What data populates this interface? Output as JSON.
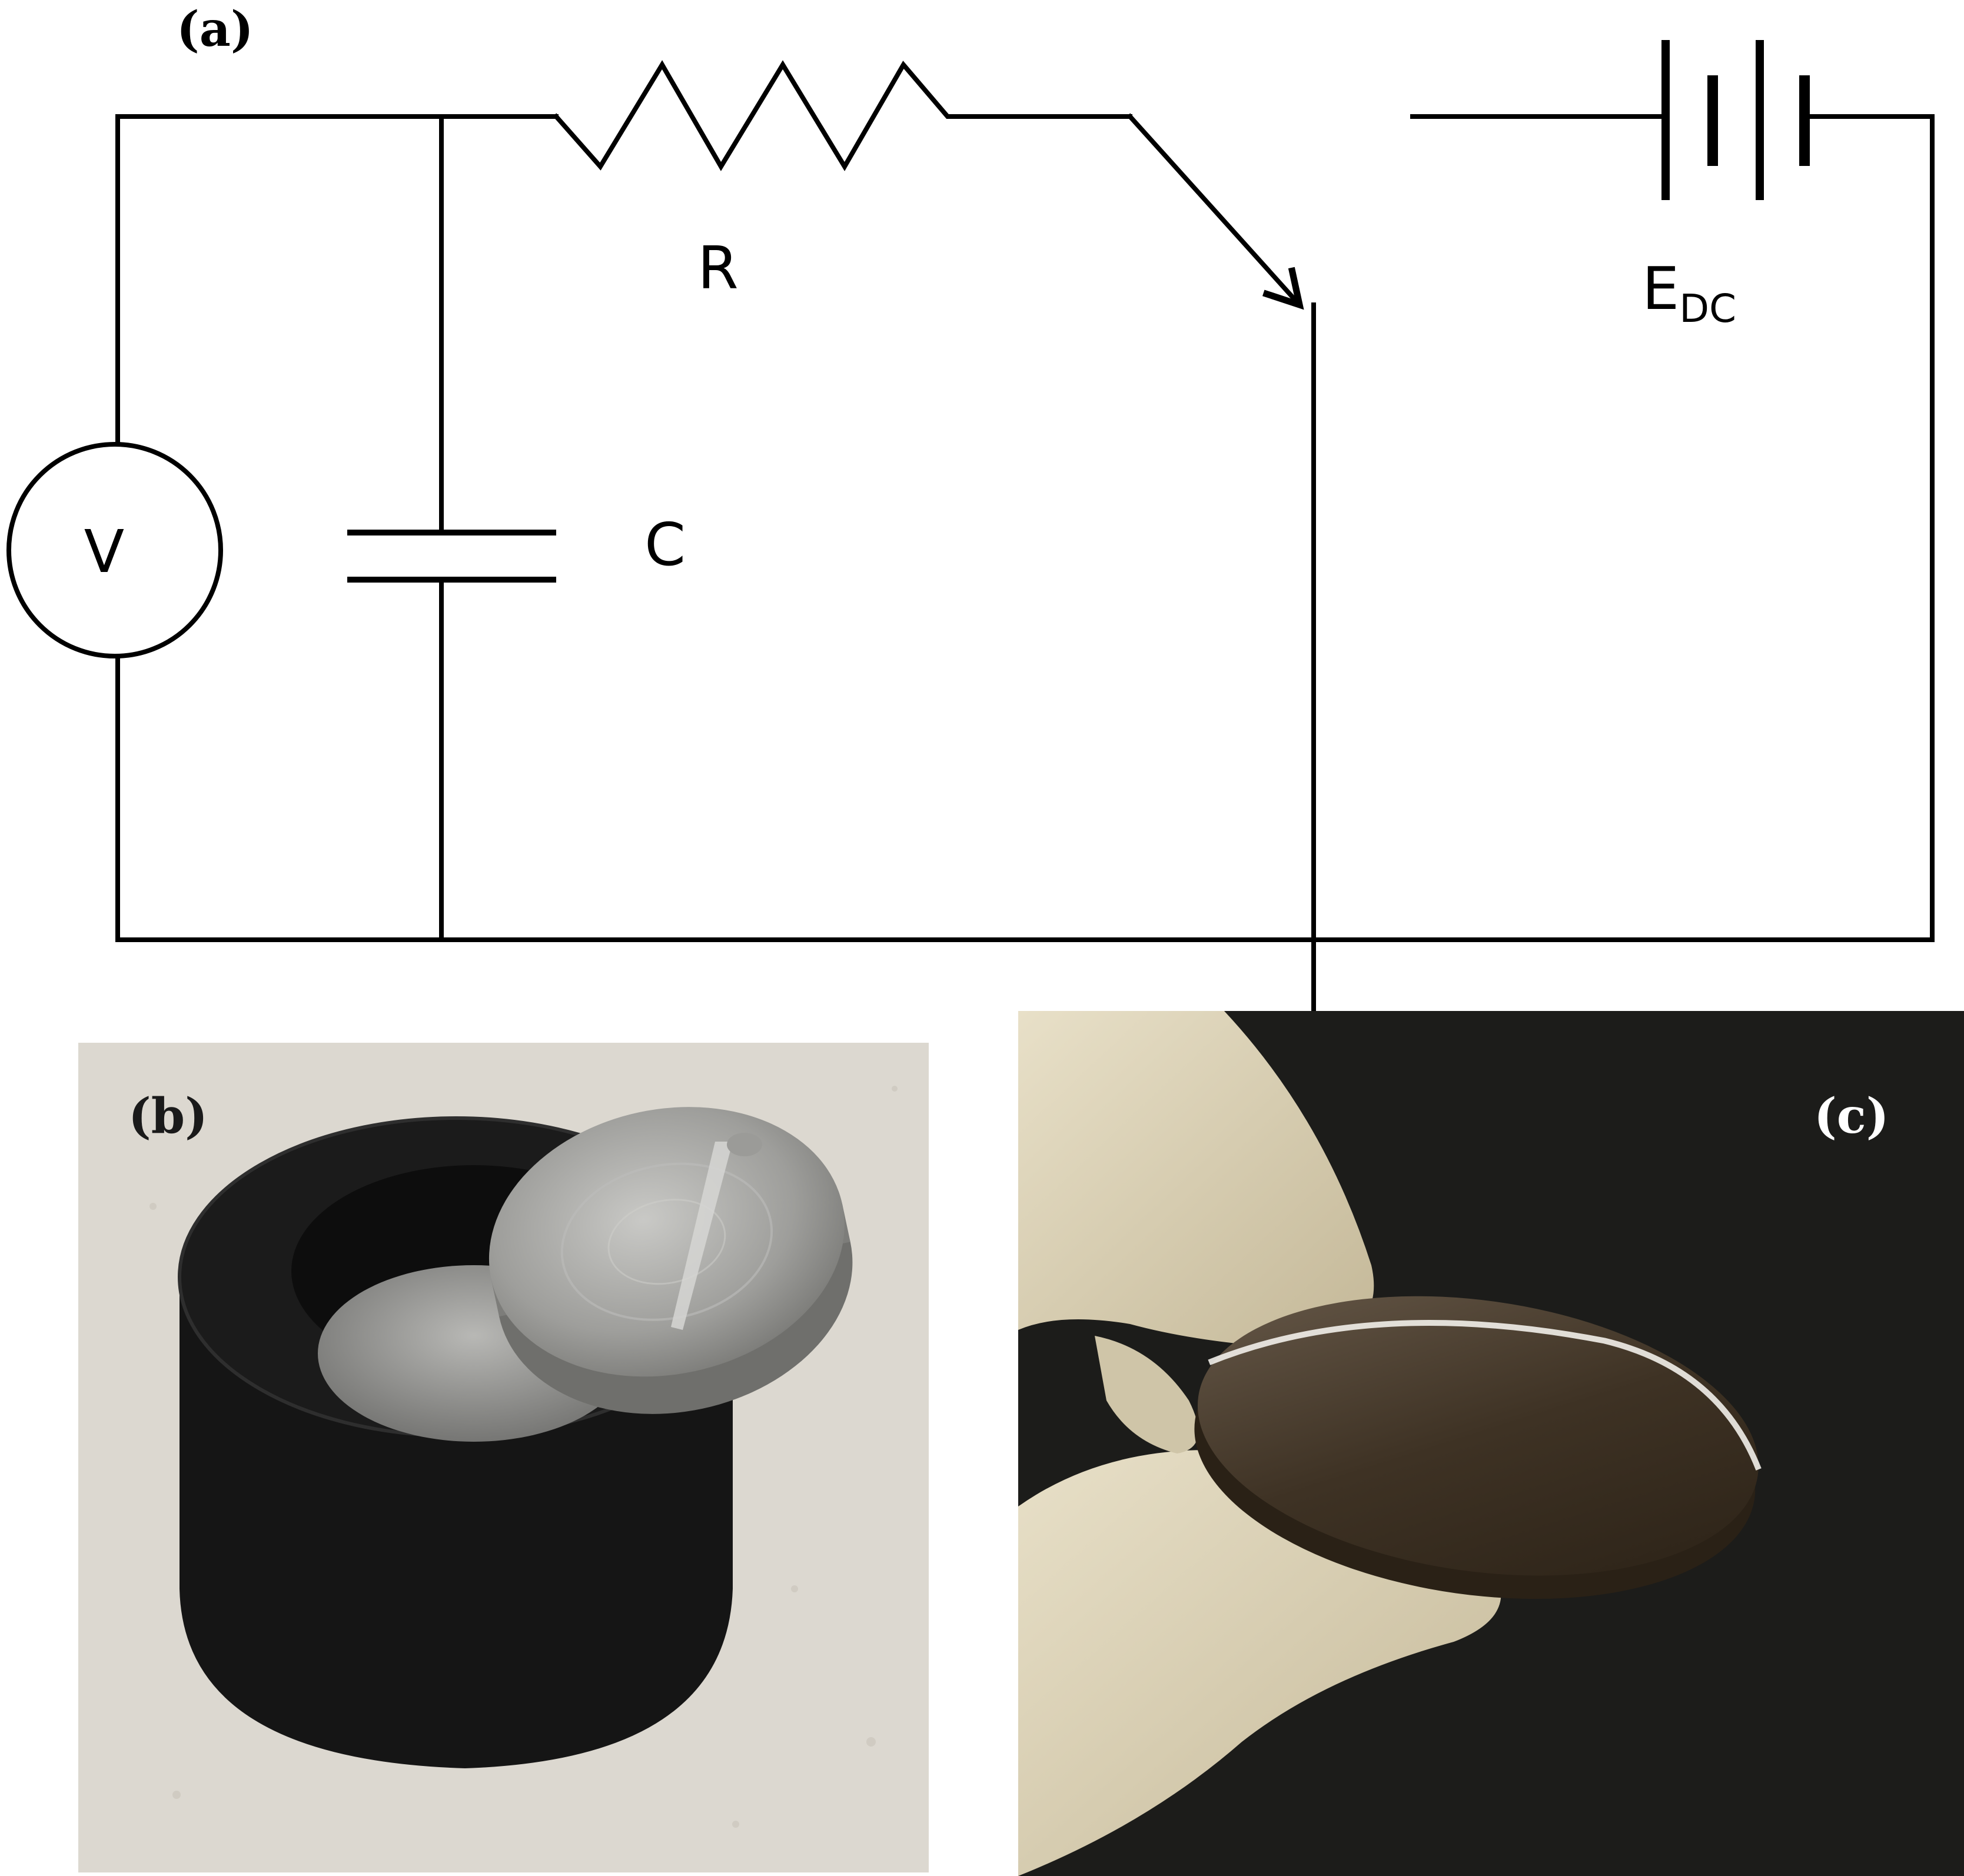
{
  "panels": {
    "a": {
      "label": "(a)"
    },
    "b": {
      "label": "(b)"
    },
    "c": {
      "label": "(c)"
    }
  },
  "components": {
    "resistor": "R",
    "capacitor": "C",
    "voltmeter": "V",
    "battery": "E",
    "battery_subscript": "DC"
  },
  "colors": {
    "wire": "#000000",
    "photo_b_background": "#dcd8d0",
    "photo_b_mold": "#141414",
    "photo_b_metal": "#a4a4a2",
    "photo_c_background": "#1c1c1a",
    "photo_c_glove": "#dcd2b8",
    "photo_c_disc": "#3e3224",
    "label_light": "#ffffff",
    "label_dark": "#1a1a1a"
  }
}
